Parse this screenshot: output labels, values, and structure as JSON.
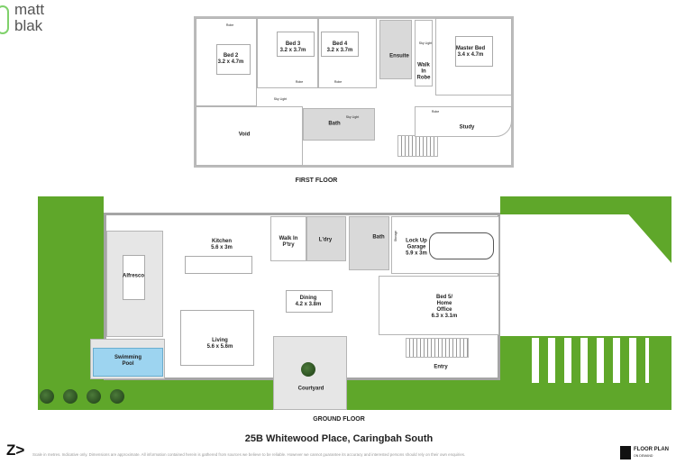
{
  "brand": {
    "line1": "matt",
    "line2": "blak",
    "accent": "#7fd16b"
  },
  "first_floor": {
    "heading": "FIRST FLOOR",
    "rooms": [
      {
        "name": "Bed 2",
        "size": "3.2 x 4.7m"
      },
      {
        "name": "Bed 3",
        "size": "3.2 x 3.7m"
      },
      {
        "name": "Bed 4",
        "size": "3.2 x 3.7m"
      },
      {
        "name": "Ensuite",
        "size": ""
      },
      {
        "name": "Walk In Robe",
        "size": ""
      },
      {
        "name": "Master Bed",
        "size": "3.4 x 4.7m"
      },
      {
        "name": "Void",
        "size": ""
      },
      {
        "name": "Bath",
        "size": ""
      },
      {
        "name": "Study",
        "size": ""
      }
    ],
    "small_labels": {
      "robe": "Robe",
      "sky_light": "Sky Light"
    }
  },
  "ground_floor": {
    "heading": "GROUND FLOOR",
    "rooms": [
      {
        "name": "Kitchen",
        "size": "5.6 x 3m"
      },
      {
        "name": "Walk In P'try",
        "size": ""
      },
      {
        "name": "L'dry",
        "size": ""
      },
      {
        "name": "Bath",
        "size": ""
      },
      {
        "name": "Lock Up Garage",
        "size": "5.9 x 3m"
      },
      {
        "name": "Alfresco",
        "size": ""
      },
      {
        "name": "Dining",
        "size": "4.2 x 3.8m"
      },
      {
        "name": "Bed 5/ Home Office",
        "size": "6.3 x 3.1m"
      },
      {
        "name": "Living",
        "size": "5.6 x 5.6m"
      },
      {
        "name": "Swimming Pool",
        "size": ""
      },
      {
        "name": "Entry",
        "size": ""
      },
      {
        "name": "Courtyard",
        "size": ""
      }
    ],
    "small_labels": {
      "storage": "Storage"
    },
    "colors": {
      "lawn": "#5fa72a",
      "pool": "#9dd4f0",
      "paving": "#e6e6e6"
    }
  },
  "footer": {
    "address": "25B Whitewood Place, Caringbah South",
    "disclaimer": "Scale in metres. Indicative only. Dimensions are approximate. All information contained herein is gathered from sources we believe to be reliable. However we cannot guarantee its accuracy and interested persons should rely on their own enquiries.",
    "left_logo": "Z>",
    "right_logo": {
      "line1": "FLOOR PLAN",
      "line2": "ON DEMAND"
    }
  }
}
